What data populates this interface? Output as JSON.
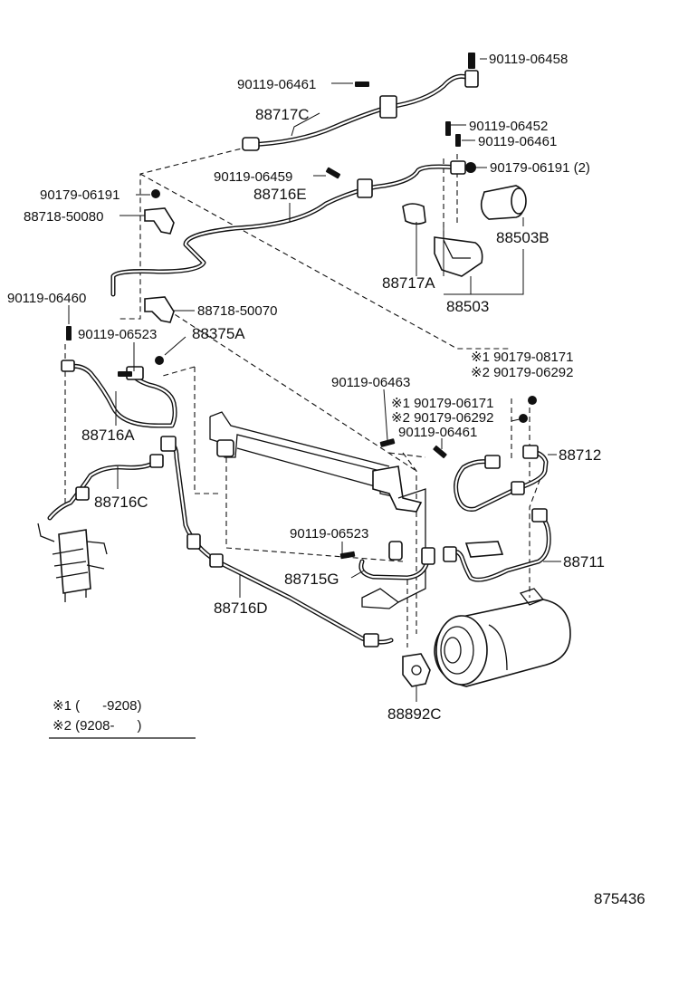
{
  "labels": {
    "p90119_06458": "90119-06458",
    "p90119_06461_top": "90119-06461",
    "p88717C": "88717C",
    "p90119_06452": "90119-06452",
    "p90119_06461_b": "90119-06461",
    "p90119_06459": "90119-06459",
    "p90179_06191_2": "90179-06191 (2)",
    "p90179_06191": "90179-06191",
    "p88716E": "88716E",
    "p88718_50080": "88718-50080",
    "p88503B": "88503B",
    "p88717A": "88717A",
    "p88503": "88503",
    "p90119_06460": "90119-06460",
    "p88718_50070": "88718-50070",
    "p90119_06523_top": "90119-06523",
    "p88375A": "88375A",
    "p_x1_90179_08171": "※1 90179-08171",
    "p_x2_90179_06292_a": "※2 90179-06292",
    "p90119_06463": "90119-06463",
    "p_x1_90179_06171": "※1 90179-06171",
    "p_x2_90179_06292_b": "※2 90179-06292",
    "p90119_06461_c": "90119-06461",
    "p88716A": "88716A",
    "p88712": "88712",
    "p88716C": "88716C",
    "p90119_06523_b": "90119-06523",
    "p88711": "88711",
    "p88715G": "88715G",
    "p88716D": "88716D",
    "p88892C": "88892C"
  },
  "legend": {
    "row1": "※1 (      -9208)",
    "row2": "※2 (9208-      )"
  },
  "figure_number": "875436"
}
